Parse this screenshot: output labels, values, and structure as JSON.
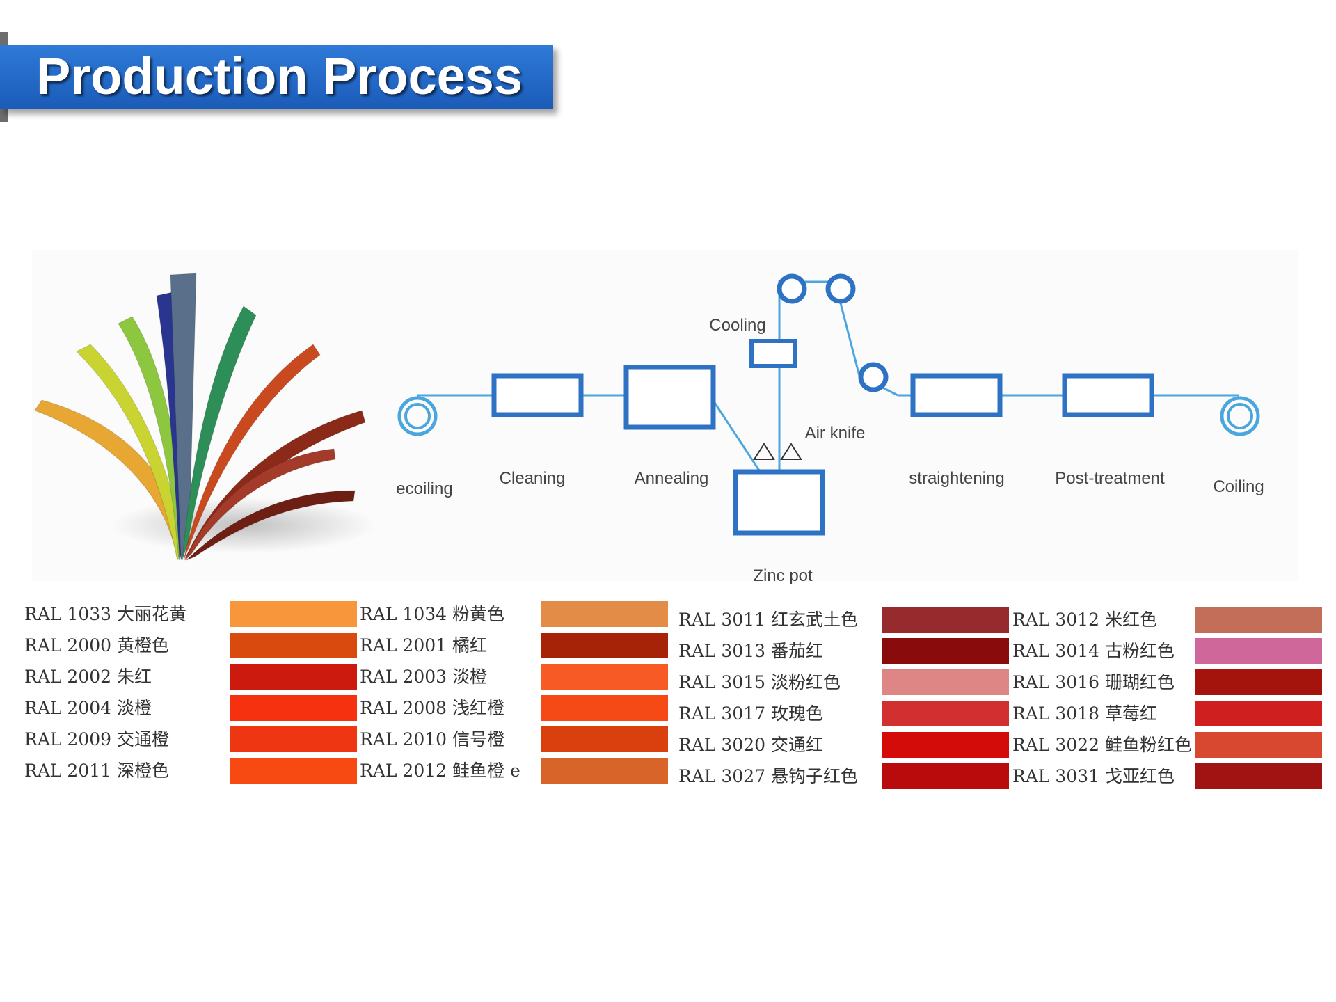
{
  "title": "Production Process",
  "process": {
    "labels": {
      "recoiling": "ecoiling",
      "cleaning": "Cleaning",
      "annealing": "Annealing",
      "zinc_pot": "Zinc pot",
      "cooling": "Cooling",
      "air_knife": "Air knife",
      "straightening": "straightening",
      "post_treatment": "Post-treatment",
      "coiling": "Coiling"
    },
    "colors": {
      "line": "#4aa6dc",
      "box": "#2e72c4"
    }
  },
  "ribbon": {
    "colors": [
      "#e8a632",
      "#c9d432",
      "#8dc63f",
      "#2a3590",
      "#5a6f8a",
      "#2d8e58",
      "#c94a1f",
      "#8c2a1a",
      "#a33a2a",
      "#6d1f14"
    ]
  },
  "swatches": {
    "columns": [
      {
        "rows": [
          {
            "code": "RAL  1033 大丽花黄",
            "color": "#f7963a"
          },
          {
            "code": "RAL  2000 黄橙色",
            "color": "#d94a0e"
          },
          {
            "code": "RAL  2002 朱红",
            "color": "#cc1b0e"
          },
          {
            "code": "RAL  2004 淡橙",
            "color": "#f5310f"
          },
          {
            "code": "RAL  2009 交通橙",
            "color": "#ef3612"
          },
          {
            "code": "RAL  2011 深橙色",
            "color": "#f74a12"
          }
        ]
      },
      {
        "rows": [
          {
            "code": "RAL  1034 粉黄色",
            "color": "#e38c48"
          },
          {
            "code": "RAL  2001 橘红",
            "color": "#a72308"
          },
          {
            "code": "RAL  2003 淡橙",
            "color": "#f75a24"
          },
          {
            "code": "RAL  2008 浅红橙",
            "color": "#f54a16"
          },
          {
            "code": "RAL  2010  信号橙",
            "color": "#d9400e"
          },
          {
            "code": "RAL  2012 鲑鱼橙 e",
            "color": "#d8642a"
          }
        ]
      },
      {
        "rows": [
          {
            "code": "RAL  3011 红玄武土色",
            "color": "#962a2c"
          },
          {
            "code": "RAL  3013 番茄红",
            "color": "#8a0b0b"
          },
          {
            "code": "RAL  3015 淡粉红色",
            "color": "#de8585"
          },
          {
            "code": "RAL  3017 玫瑰色",
            "color": "#d22f30"
          },
          {
            "code": "RAL  3020 交通红",
            "color": "#d40c09"
          },
          {
            "code": "RAL  3027 悬钩子红色",
            "color": "#b90b0b"
          }
        ]
      },
      {
        "rows": [
          {
            "code": "RAL  3012 米红色",
            "color": "#c26e58"
          },
          {
            "code": "RAL  3014 古粉红色",
            "color": "#d0679a"
          },
          {
            "code": "RAL  3016 珊瑚红色",
            "color": "#a4140c"
          },
          {
            "code": "RAL  3018 草莓红",
            "color": "#d01f1f"
          },
          {
            "code": "RAL  3022 鲑鱼粉红色",
            "color": "#d84830"
          },
          {
            "code": "RAL  3031 戈亚红色",
            "color": "#a11212"
          }
        ]
      }
    ]
  }
}
